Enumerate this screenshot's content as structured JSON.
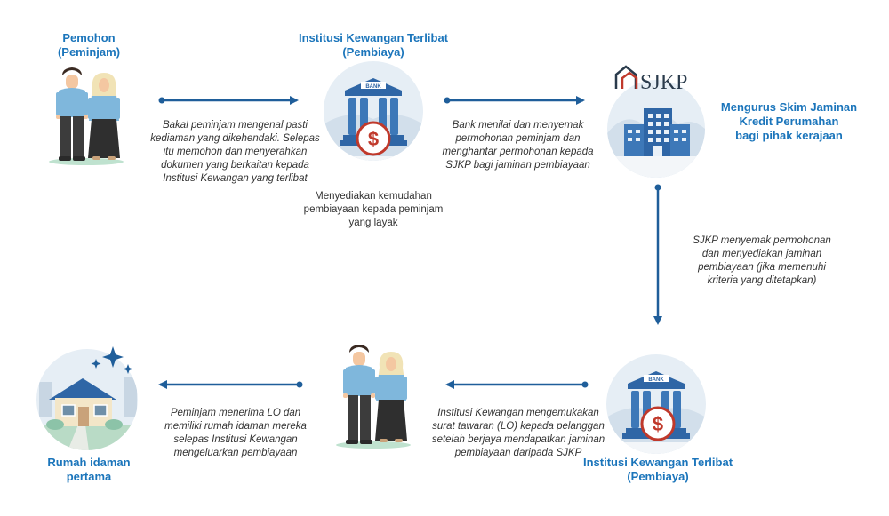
{
  "nodes": {
    "applicant": {
      "title_line1": "Pemohon",
      "title_line2": "(Peminjam)"
    },
    "bank_top": {
      "title_line1": "Institusi Kewangan Terlibat",
      "title_line2": "(Pembiaya)",
      "sign": "BANK"
    },
    "sjkp": {
      "logo_text": "SJKP",
      "title_line1": "Mengurus Skim Jaminan",
      "title_line2": "Kredit Perumahan",
      "title_line3": "bagi pihak kerajaan"
    },
    "bank_bottom": {
      "title_line1": "Institusi Kewangan Terlibat",
      "title_line2": "(Pembiaya)",
      "sign": "BANK"
    },
    "home": {
      "title_line1": "Rumah idaman",
      "title_line2": "pertama"
    }
  },
  "steps": {
    "step1": [
      "Bakal peminjam mengenal pasti",
      "kediaman yang dikehendaki. Selepas",
      "itu memohon dan menyerahkan",
      "dokumen yang berkaitan kepada",
      "Institusi Kewangan yang terlibat"
    ],
    "bank_note": [
      "Menyediakan kemudahan",
      "pembiayaan kepada peminjam",
      "yang layak"
    ],
    "step2": [
      "Bank menilai dan menyemak",
      "permohonan peminjam dan",
      "menghantar permohonan kepada",
      "SJKP bagi jaminan pembiayaan"
    ],
    "step3": [
      "SJKP menyemak permohonan",
      "dan menyediakan jaminan",
      "pembiayaan (jika memenuhi",
      "kriteria yang ditetapkan)"
    ],
    "step4": [
      "Institusi Kewangan mengemukakan",
      "surat tawaran (LO) kepada pelanggan",
      "setelah berjaya mendapatkan jaminan",
      "pembiayaan daripada SJKP"
    ],
    "step5": [
      "Peminjam menerima LO dan",
      "memiliki rumah idaman mereka",
      "selepas Institusi Kewangan",
      "mengeluarkan pembiayaan"
    ]
  },
  "colors": {
    "accent_blue": "#1b75bb",
    "arrow_blue": "#1f5e9a",
    "dollar_red": "#c0392b",
    "circle_bg": "#e6eef5",
    "text_dark": "#333333"
  }
}
